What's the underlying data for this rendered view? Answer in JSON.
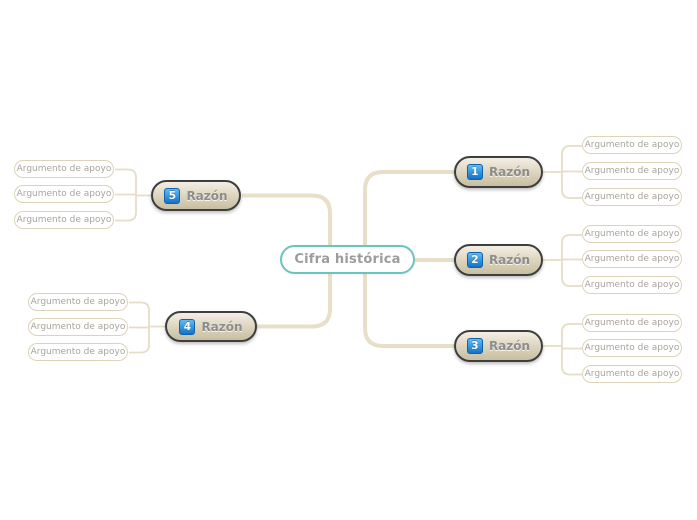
{
  "root": {
    "label": "Cifra histórica"
  },
  "branches": [
    {
      "badge": "1",
      "label": "Razón",
      "side": "right",
      "children": [
        "Argumento de apoyo",
        "Argumento de apoyo",
        "Argumento de apoyo"
      ]
    },
    {
      "badge": "2",
      "label": "Razón",
      "side": "right",
      "children": [
        "Argumento de apoyo",
        "Argumento de apoyo",
        "Argumento de apoyo"
      ]
    },
    {
      "badge": "3",
      "label": "Razón",
      "side": "right",
      "children": [
        "Argumento de apoyo",
        "Argumento de apoyo",
        "Argumento de apoyo"
      ]
    },
    {
      "badge": "4",
      "label": "Razón",
      "side": "left",
      "children": [
        "Argumento de apoyo",
        "Argumento de apoyo",
        "Argumento de apoyo"
      ]
    },
    {
      "badge": "5",
      "label": "Razón",
      "side": "left",
      "children": [
        "Argumento de apoyo",
        "Argumento de apoyo",
        "Argumento de apoyo"
      ]
    }
  ],
  "colors": {
    "branch_line": "#e8dfc9",
    "child_line": "#e6ddc6",
    "node_border": "#3e3e3e",
    "node_fill_top": "#f3efe4",
    "node_fill_bottom": "#c8bea1",
    "node_text": "#8d8d8d",
    "badge_blue_top": "#62bbf2",
    "badge_blue_bottom": "#1272c8",
    "center_border": "#6cc5bd",
    "center_text": "#9c9c9c",
    "argument_border": "#dcd3b8",
    "argument_text": "#a9a49b"
  }
}
